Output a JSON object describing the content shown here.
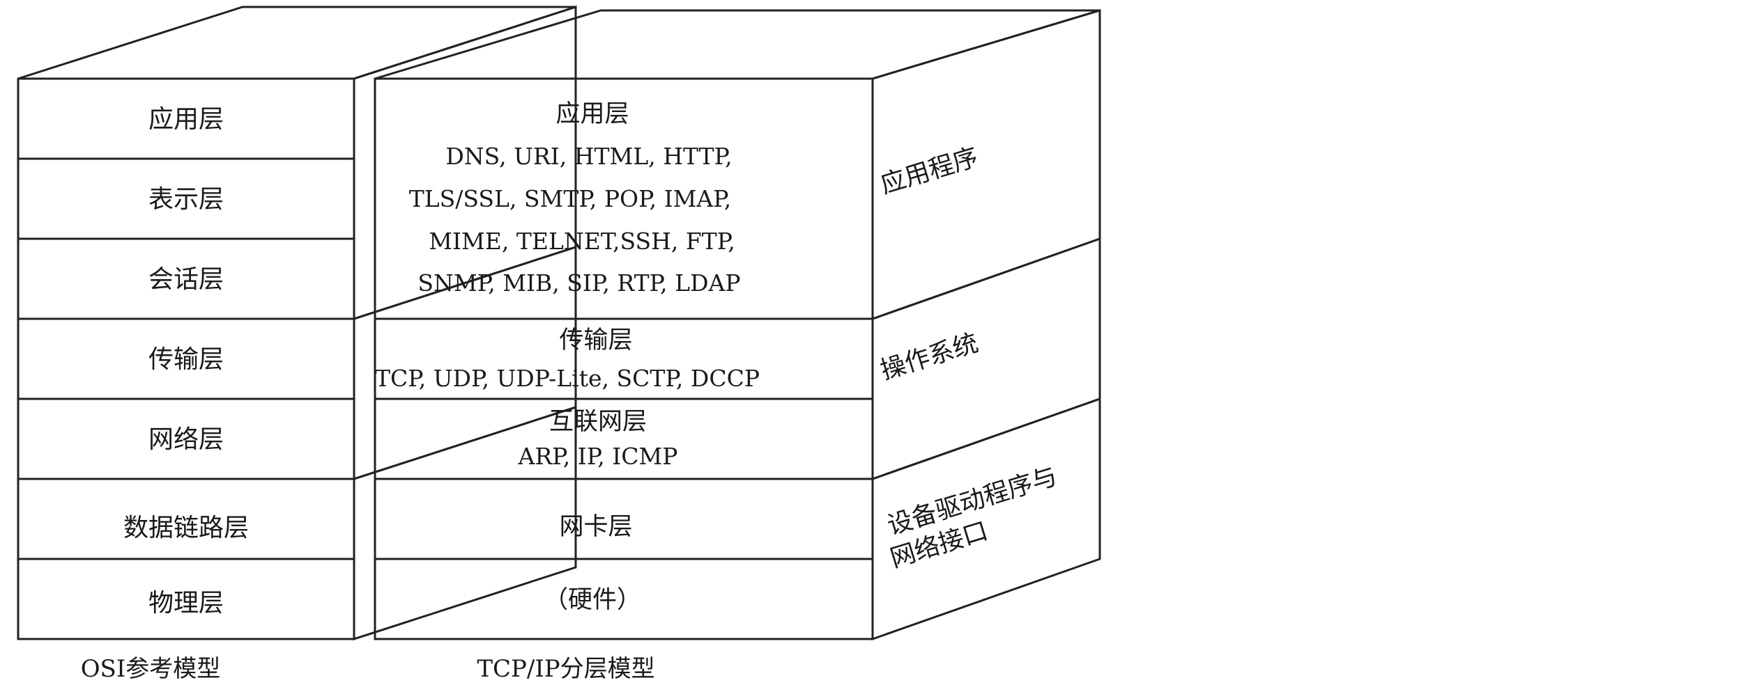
{
  "osi_model": {
    "caption": "OSI参考模型",
    "layers": [
      {
        "label": "应用层",
        "shade": "white"
      },
      {
        "label": "表示层",
        "shade": "white"
      },
      {
        "label": "会话层",
        "shade": "white"
      },
      {
        "label": "传输层",
        "shade": "light"
      },
      {
        "label": "网络层",
        "shade": "light"
      },
      {
        "label": "数据链路层",
        "shade": "dark"
      },
      {
        "label": "物理层",
        "shade": "dark"
      }
    ]
  },
  "tcpip_model": {
    "caption": "TCP/IP分层模型",
    "layers": [
      {
        "name": "应用层",
        "protocols": [
          "DNS, URI, HTML, HTTP,",
          "TLS/SSL, SMTP, POP, IMAP,",
          "MIME, TELNET,SSH, FTP,",
          "SNMP, MIB, SIP, RTP, LDAP"
        ],
        "shade": "white"
      },
      {
        "name": "传输层",
        "protocols": [
          "TCP, UDP, UDP-Lite, SCTP, DCCP"
        ],
        "shade": "light"
      },
      {
        "name": "互联网层",
        "protocols": [
          "ARP, IP, ICMP"
        ],
        "shade": "light"
      },
      {
        "name": "网卡层",
        "protocols": [],
        "shade": "dark"
      },
      {
        "name": "（硬件）",
        "protocols": [],
        "shade": "dark"
      }
    ],
    "side_labels": [
      {
        "lines": [
          "应用程序"
        ],
        "shade": "white"
      },
      {
        "lines": [
          "操作系统"
        ],
        "shade": "light"
      },
      {
        "lines": [
          "设备驱动程序与",
          "网络接口"
        ],
        "shade": "dark"
      }
    ]
  },
  "colors": {
    "white": "#ffffff",
    "light": "#f1f1f1",
    "dark": "#d2d2d2",
    "side_white": "#ffffff",
    "side_light": "#e6e6e6",
    "side_dark": "#cbcbcb",
    "osi_side_white": "#f6f6f6",
    "osi_side_light": "#eaeaea",
    "osi_side_dark": "#c8c8c8",
    "line": "#222222",
    "text": "#1a1a1a"
  }
}
